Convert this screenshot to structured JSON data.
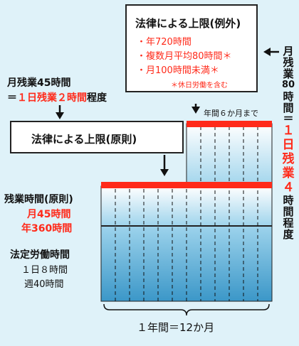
{
  "exception_box": {
    "title": "法律による上限(例外)",
    "items": [
      "・年720時間",
      "・複数月平均80時間＊",
      "・月100時間未満＊"
    ],
    "note": "＊休日労働を含む"
  },
  "principle_box": {
    "title": "法律による上限(原則)"
  },
  "monthly45": {
    "line1": "月残業45時間",
    "line2_prefix": "＝",
    "line2_red": "１日残業２時間",
    "line2_suffix": "程度"
  },
  "monthly80_vertical": {
    "black_top": [
      "月",
      "残",
      "業",
      "80",
      "時",
      "間",
      "＝"
    ],
    "red": [
      "１",
      "日",
      "残",
      "業",
      "４"
    ],
    "black_bottom": [
      "時",
      "間",
      "程",
      "度"
    ]
  },
  "six_months": "年間６か月まで",
  "overtime_label": {
    "title": "残業時間(原則)",
    "value1": "月45時間",
    "value2": "年360時間"
  },
  "legal_hours_label": {
    "title": "法定労働時間",
    "line1": "１日８時間",
    "line2": "週40時間"
  },
  "footer": "１年間＝12か月",
  "colors": {
    "background": "#dff2f9",
    "accent_red": "#ff2a1a",
    "upper_fill": "#c7e7f5",
    "lower_fill": "#4aa3d0"
  }
}
